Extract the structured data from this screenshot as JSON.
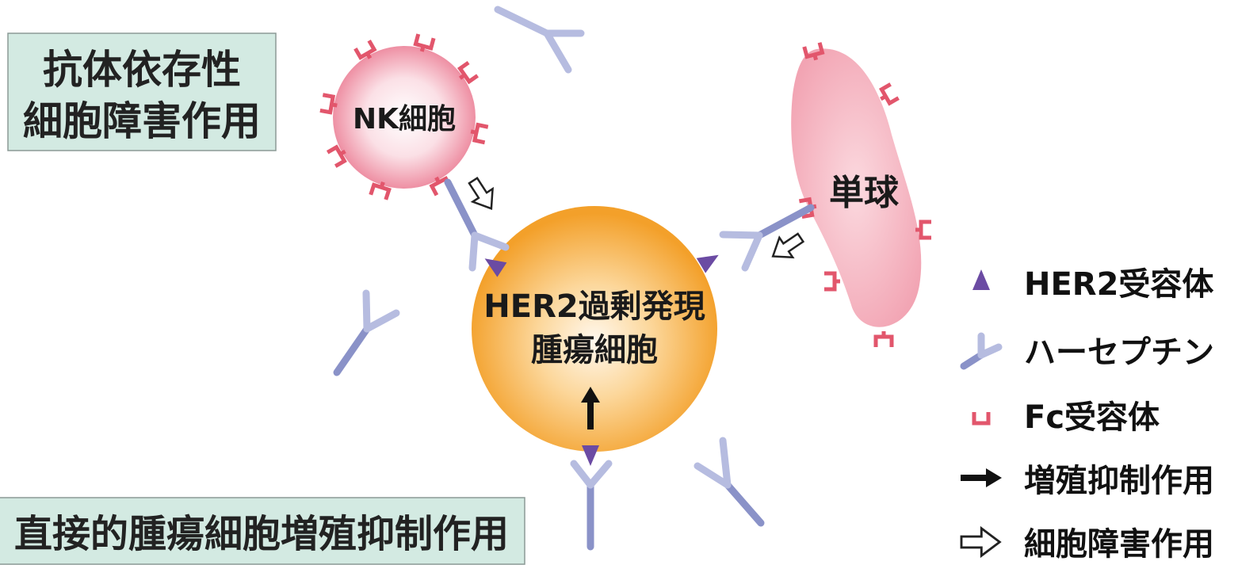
{
  "diagram": {
    "adcc_label": {
      "line1": "抗体依存性",
      "line2": "細胞障害作用"
    },
    "direct_label": "直接的腫瘍細胞増殖抑制作用",
    "nk_cell_label": "NK細胞",
    "monocyte_label": "単球",
    "tumor_label": {
      "line1": "HER2過剰発現",
      "line2": "腫瘍細胞"
    }
  },
  "legend": [
    {
      "icon": "her2-receptor-icon",
      "label": "HER2受容体"
    },
    {
      "icon": "herceptin-antibody-icon",
      "label": "ハーセプチン"
    },
    {
      "icon": "fc-receptor-icon",
      "label": "Fc受容体"
    },
    {
      "icon": "solid-arrow-icon",
      "label": "増殖抑制作用"
    },
    {
      "icon": "hollow-arrow-icon",
      "label": "細胞障害作用"
    }
  ],
  "colors": {
    "label_box": "#d3eae2",
    "nk_cell": "#ee8fa3",
    "monocyte": "#f3a9b6",
    "tumor_cell": "#f3a02a",
    "antibody": "#8a92c8",
    "her2_receptor": "#6b4ba3",
    "fc_receptor": "#e2566c"
  }
}
